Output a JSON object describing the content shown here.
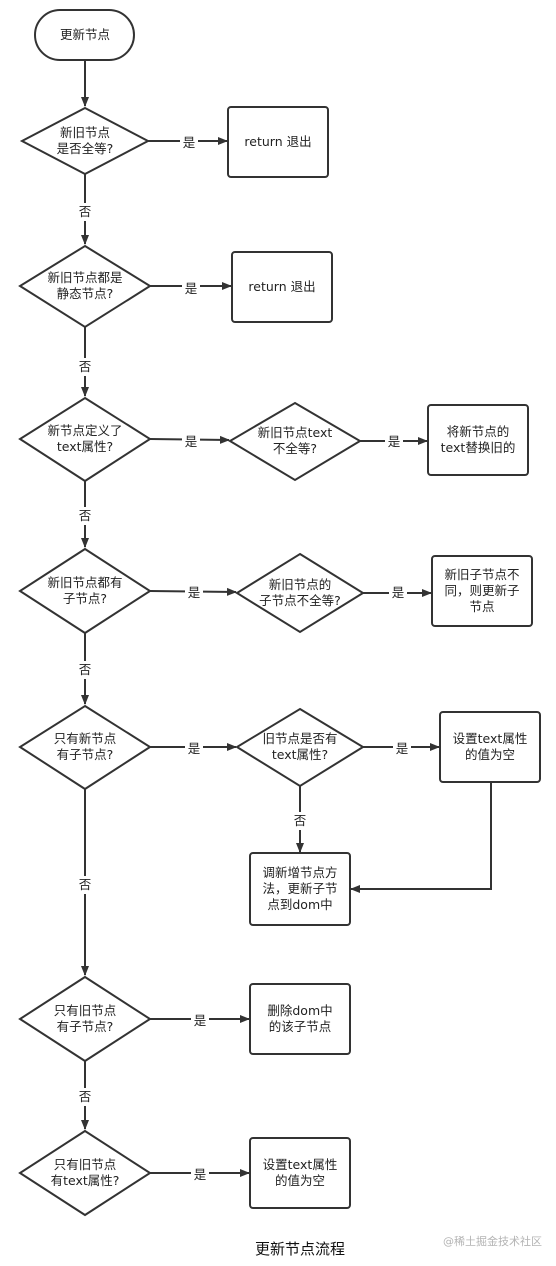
{
  "nodes": {
    "start": [
      "更新节点"
    ],
    "d1": [
      "新旧节点",
      "是否全等?"
    ],
    "r1": [
      "return 退出"
    ],
    "d2": [
      "新旧节点都是",
      "静态节点?"
    ],
    "r2": [
      "return 退出"
    ],
    "d3": [
      "新节点定义了",
      "text属性?"
    ],
    "d3b": [
      "新旧节点text",
      "不全等?"
    ],
    "r3": [
      "将新节点的",
      "text替换旧的"
    ],
    "d4": [
      "新旧节点都有",
      "子节点?"
    ],
    "d4b": [
      "新旧节点的",
      "子节点不全等?"
    ],
    "r4": [
      "新旧子节点不",
      "同，则更新子",
      "节点"
    ],
    "d5": [
      "只有新节点",
      "有子节点?"
    ],
    "d5b": [
      "旧节点是否有",
      "text属性?"
    ],
    "r5a": [
      "设置text属性",
      "的值为空"
    ],
    "r5b": [
      "调新增节点方",
      "法，更新子节",
      "点到dom中"
    ],
    "d6": [
      "只有旧节点",
      "有子节点?"
    ],
    "r6": [
      "删除dom中",
      "的该子节点"
    ],
    "d7": [
      "只有旧节点",
      "有text属性?"
    ],
    "r7": [
      "设置text属性",
      "的值为空"
    ]
  },
  "labels": {
    "yes": "是",
    "no": "否"
  },
  "caption": "更新节点流程",
  "watermark": "@稀土掘金技术社区",
  "colors": {
    "stroke": "#333333",
    "text": "#222222",
    "background": "#ffffff"
  }
}
